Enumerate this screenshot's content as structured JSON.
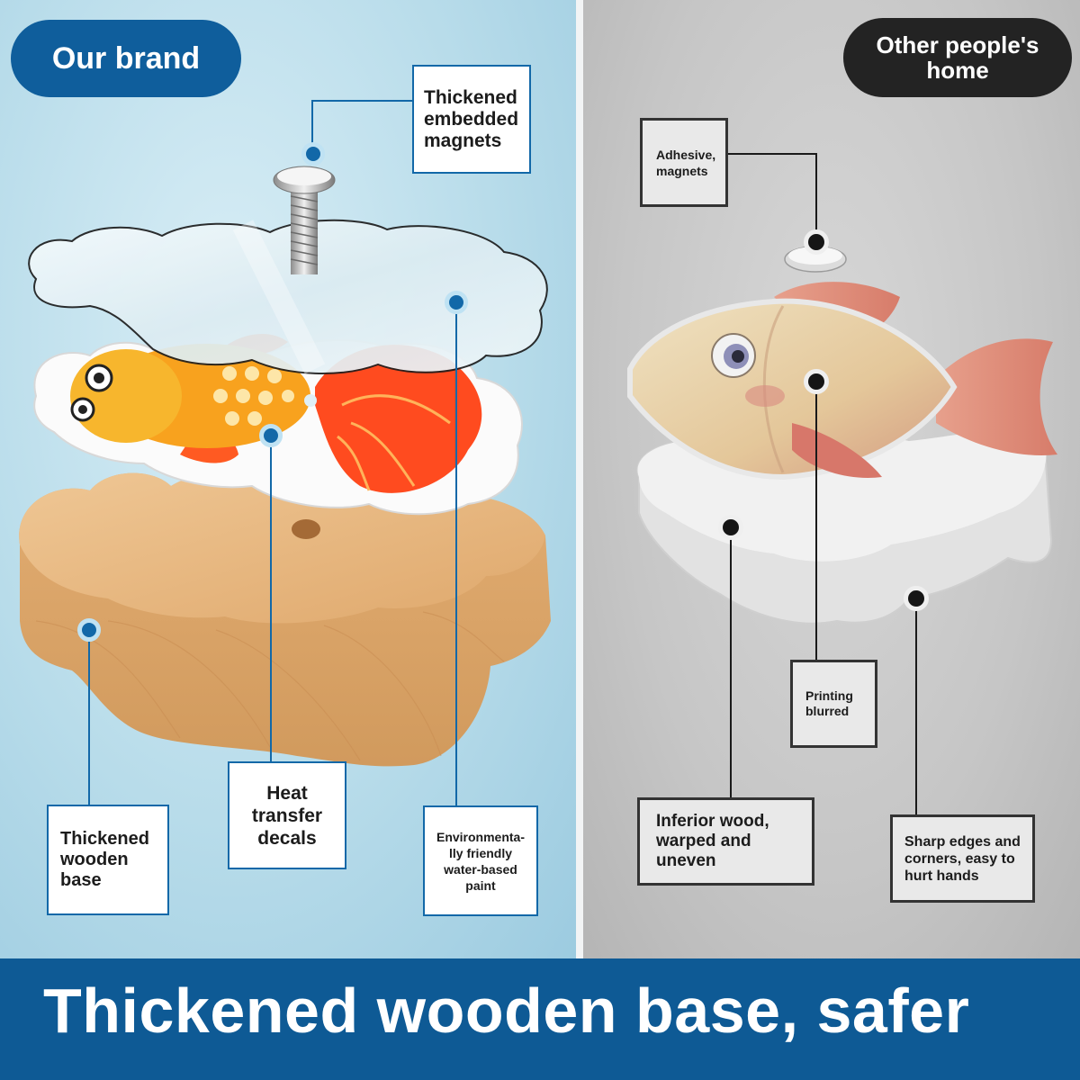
{
  "left_panel": {
    "brand_label": "Our brand",
    "callouts": {
      "magnets": [
        "Thickened",
        "embedded",
        "magnets"
      ],
      "base": [
        "Thickened",
        "wooden",
        "base"
      ],
      "decals": [
        "Heat",
        "transfer",
        "decals"
      ],
      "paint": [
        "Environmenta-",
        "lly friendly",
        "water-based",
        "paint"
      ]
    }
  },
  "right_panel": {
    "other_label": "Other people's home",
    "callouts": {
      "adhesive": [
        "Adhesive,",
        "magnets"
      ],
      "printing": [
        "Printing",
        "blurred"
      ],
      "wood": [
        "Inferior wood,",
        "warped and",
        "uneven"
      ],
      "edges": [
        "Sharp edges and",
        "corners, easy to",
        "hurt hands"
      ]
    }
  },
  "banner": {
    "text": "Thickened wooden base, safer"
  },
  "colors": {
    "brand_blue": "#0f5e9c",
    "banner_blue": "#0e5a95",
    "other_dark": "#232323",
    "wood": "#e3b27a"
  }
}
